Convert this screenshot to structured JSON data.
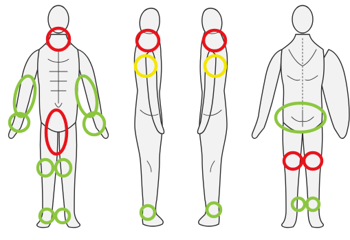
{
  "colors": {
    "red": "#e8141b",
    "green": "#8cc63f",
    "yellow": "#f3e600",
    "outline": "#2b2b2b",
    "skin": "#f2f2f2"
  },
  "figures": [
    "front-view",
    "right-side-view",
    "left-side-view",
    "back-view"
  ],
  "markers": [
    {
      "name": "marker-front-neck",
      "color": "red"
    },
    {
      "name": "marker-front-right-upper-arm",
      "color": "green"
    },
    {
      "name": "marker-front-right-forearm",
      "color": "green"
    },
    {
      "name": "marker-front-left-upper-arm",
      "color": "green"
    },
    {
      "name": "marker-front-left-forearm",
      "color": "green"
    },
    {
      "name": "marker-front-hip-groin",
      "color": "red"
    },
    {
      "name": "marker-front-right-knee",
      "color": "green"
    },
    {
      "name": "marker-front-left-knee",
      "color": "green"
    },
    {
      "name": "marker-front-right-ankle",
      "color": "green"
    },
    {
      "name": "marker-front-left-ankle",
      "color": "green"
    },
    {
      "name": "marker-side1-neck",
      "color": "red"
    },
    {
      "name": "marker-side1-shoulder",
      "color": "yellow"
    },
    {
      "name": "marker-side1-ankle",
      "color": "green"
    },
    {
      "name": "marker-side2-neck",
      "color": "red"
    },
    {
      "name": "marker-side2-shoulder",
      "color": "yellow"
    },
    {
      "name": "marker-side2-ankle",
      "color": "green"
    },
    {
      "name": "marker-back-lower-back",
      "color": "green"
    },
    {
      "name": "marker-back-left-knee",
      "color": "red"
    },
    {
      "name": "marker-back-right-knee",
      "color": "red"
    },
    {
      "name": "marker-back-left-ankle",
      "color": "green"
    },
    {
      "name": "marker-back-right-ankle",
      "color": "green"
    }
  ]
}
